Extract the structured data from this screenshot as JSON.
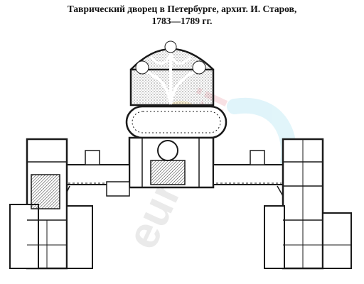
{
  "caption": {
    "line1": "Таврический дворец в Петербурге, архит. И. Старов,",
    "line2": "1783—1789 гг."
  },
  "watermark": {
    "text": "euroki",
    "colors": [
      "#d9d9d9",
      "#f4c9cf",
      "#c8ecf6",
      "#fbe6b0"
    ]
  },
  "colors": {
    "ink": "#1a1a1a",
    "hatch": "#555555",
    "paper": "#ffffff"
  }
}
